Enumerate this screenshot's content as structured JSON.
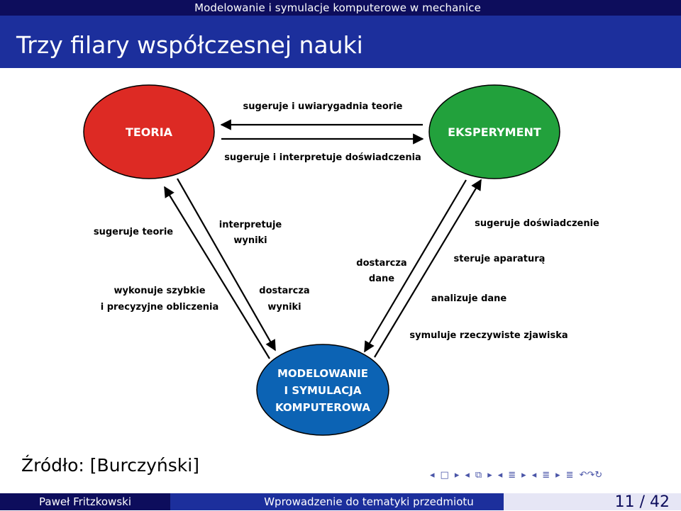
{
  "header": {
    "title": "Modelowanie i symulacje komputerowe w mechanice"
  },
  "slide": {
    "title": "Trzy filary współczesnej nauki",
    "source": "Źródło: [Burczyński]"
  },
  "diagram": {
    "nodes": {
      "theory": {
        "label": "TEORIA",
        "color": "#dd2a24"
      },
      "experiment": {
        "label": "EKSPERYMENT",
        "color": "#22a13c"
      },
      "simulation": {
        "lines": [
          "MODELOWANIE",
          "I SYMULACJA",
          "KOMPUTEROWA"
        ],
        "color": "#0c63b4"
      }
    },
    "edge_labels": {
      "exp_to_theory": "sugeruje i uwiarygadnia teorie",
      "theory_to_exp": "sugeruje i interpretuje doświadczenia",
      "suggests_theories": "sugeruje teorie",
      "interprets_results": [
        "interpretuje",
        "wyniki"
      ],
      "fast_calc": [
        "wykonuje szybkie",
        "i precyzyjne obliczenia"
      ],
      "provides_results": [
        "dostarcza",
        "wyniki"
      ],
      "provides_data": [
        "dostarcza",
        "dane"
      ],
      "suggests_experiment": "sugeruje doświadczenie",
      "controls_apparatus": "steruje aparaturą",
      "analyzes_data": "analizuje dane",
      "simulates_phenomena": "symuluje rzeczywiste zjawiska"
    }
  },
  "navigation": {
    "symbols": [
      "◂",
      "□",
      "▸",
      "◂",
      "⧉",
      "▸",
      "◂",
      "≣",
      "▸",
      "◂",
      "≣",
      "▸",
      "≣",
      "↶↷↻"
    ]
  },
  "footer": {
    "author": "Paweł Fritzkowski",
    "title": "Wprowadzenie do tematyki przedmiotu",
    "page": "11 / 42"
  }
}
